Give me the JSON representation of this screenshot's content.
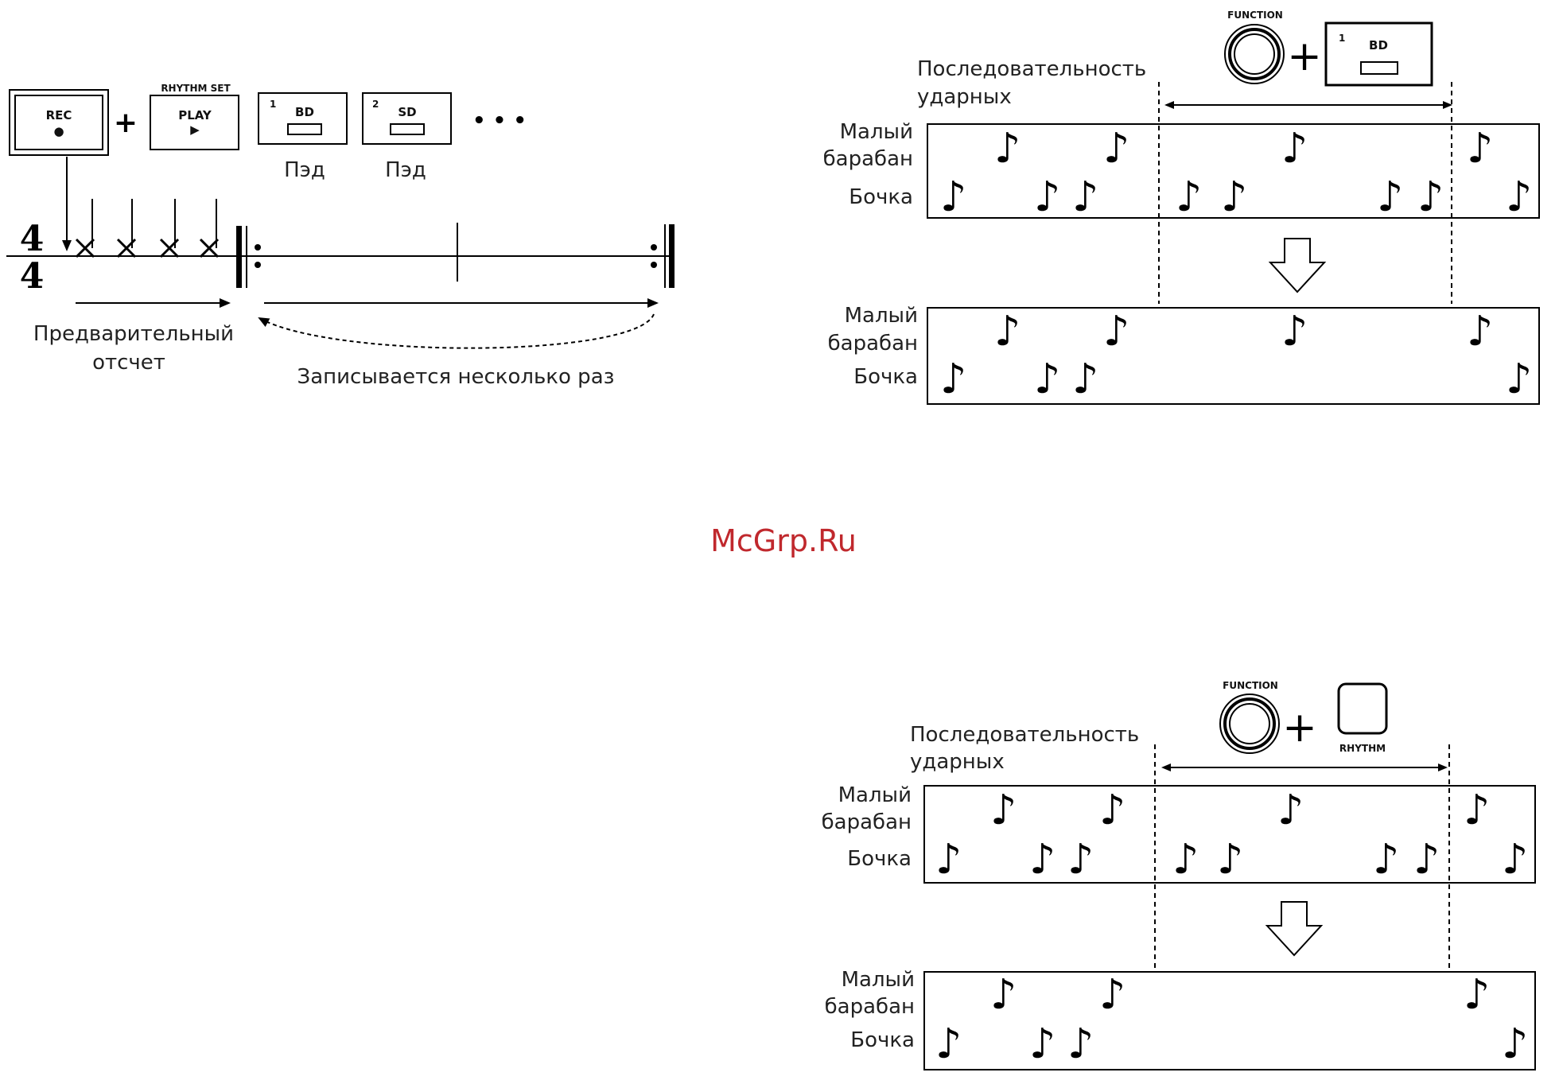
{
  "left_panel": {
    "buttons": [
      {
        "top": "REC",
        "bottom": "●"
      },
      {
        "header": "RHYTHM SET",
        "top": "PLAY",
        "bottom": "▶"
      },
      {
        "number": "1",
        "top": "BD",
        "caption": "Пэд"
      },
      {
        "number": "2",
        "top": "SD",
        "caption": "Пэд"
      }
    ],
    "plus": "+",
    "ellipsis": "• • •",
    "time_signature": {
      "top": "4",
      "bottom": "4"
    },
    "precount_label": [
      "Предварительный",
      "отсчет"
    ],
    "loop_label": "Записывается несколько раз"
  },
  "watermark": "McGrp.Ru",
  "top_right": {
    "knob_label": "FUNCTION",
    "plus": "+",
    "pad": {
      "number": "1",
      "top": "BD"
    },
    "sequence_label": [
      "Последовательность",
      "ударных"
    ],
    "rows": {
      "snare": [
        "Малый",
        "барабан"
      ],
      "kick": "Бочка"
    },
    "note_glyph": "♪"
  },
  "bottom_right": {
    "knob_label": "FUNCTION",
    "plus": "+",
    "button_label": "RHYTHM",
    "sequence_label": [
      "Последовательность",
      "ударных"
    ],
    "rows": {
      "snare": [
        "Малый",
        "барабан"
      ],
      "kick": "Бочка"
    },
    "note_glyph": "♪"
  },
  "palette": {
    "ink": "#000000",
    "text": "#222222",
    "watermark": "#c0282d"
  }
}
